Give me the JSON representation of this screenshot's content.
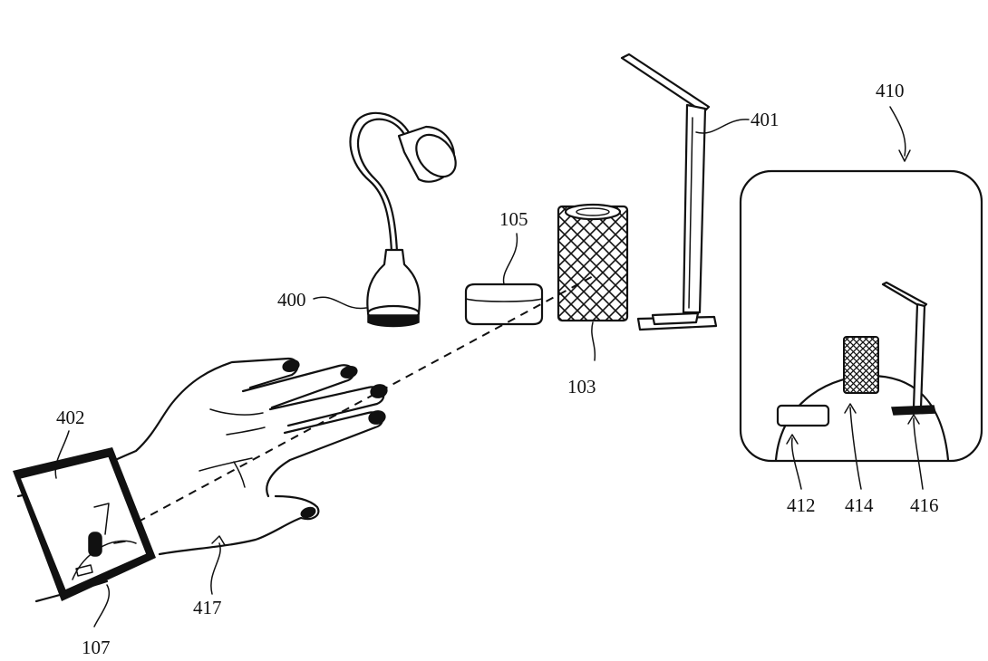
{
  "labels": {
    "l400": "400",
    "l401": "401",
    "l402": "402",
    "l103": "103",
    "l105": "105",
    "l107": "107",
    "l410": "410",
    "l412": "412",
    "l414": "414",
    "l416": "416",
    "l417": "417"
  }
}
